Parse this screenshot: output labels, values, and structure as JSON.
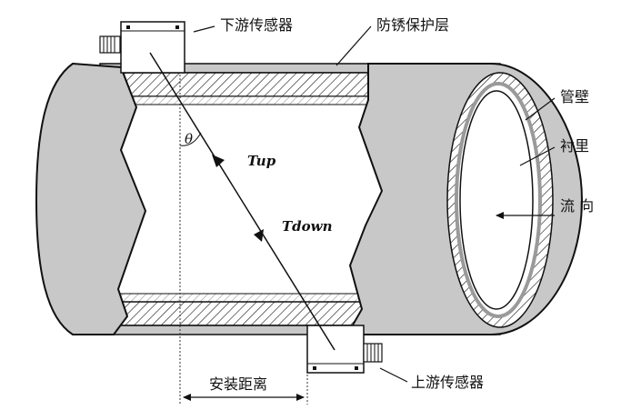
{
  "labels": {
    "downstream_sensor": "下游传感器",
    "anti_rust_layer": "防锈保护层",
    "pipe_wall": "管壁",
    "lining": "衬里",
    "flow_direction": "流 向",
    "upstream_sensor": "上游传感器",
    "install_distance": "安装距离",
    "theta": "θ",
    "t_up": "Tup",
    "t_down": "Tdown"
  },
  "colors": {
    "pipe_gray": "#c8c8c8",
    "lining_gray": "#bdbdbd",
    "outline": "#111111",
    "sensor_fill": "#ffffff"
  },
  "icons": [
    "sensor-box",
    "cable-gland",
    "hatched-wall",
    "flow-arrow"
  ]
}
